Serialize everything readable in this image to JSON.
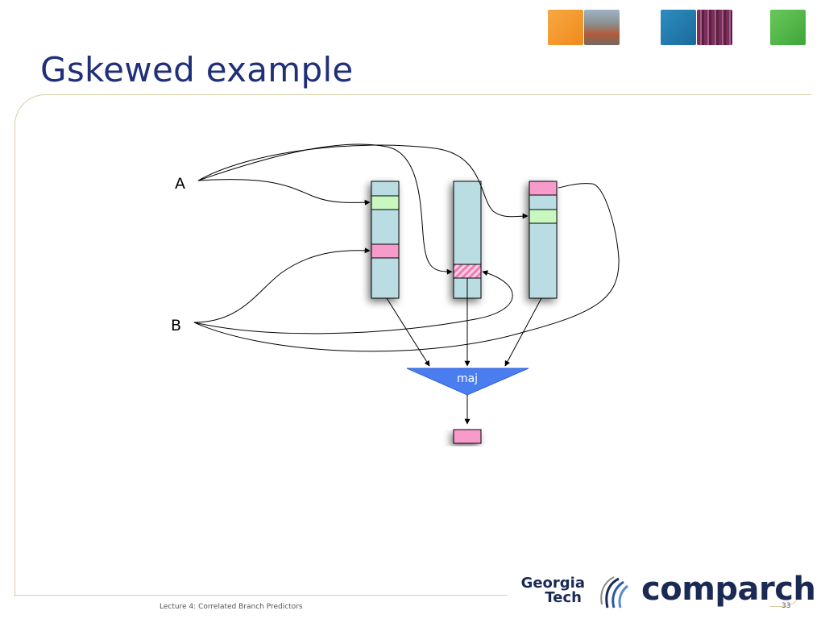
{
  "slide": {
    "title": "Gskewed example",
    "footer": "Lecture 4: Correlated Branch Predictors",
    "page_number": "33"
  },
  "diagram": {
    "input_a": "A",
    "input_b": "B",
    "majority_label": "maj",
    "colors": {
      "table_fill": "#b9dde2",
      "green_entry": "#c8f7c0",
      "pink_entry": "#f79bcb",
      "majority_fill": "#4a7ef0"
    }
  },
  "logos": {
    "gt_line1": "Georgia",
    "gt_line2": "Tech",
    "comparch": "comparch"
  }
}
